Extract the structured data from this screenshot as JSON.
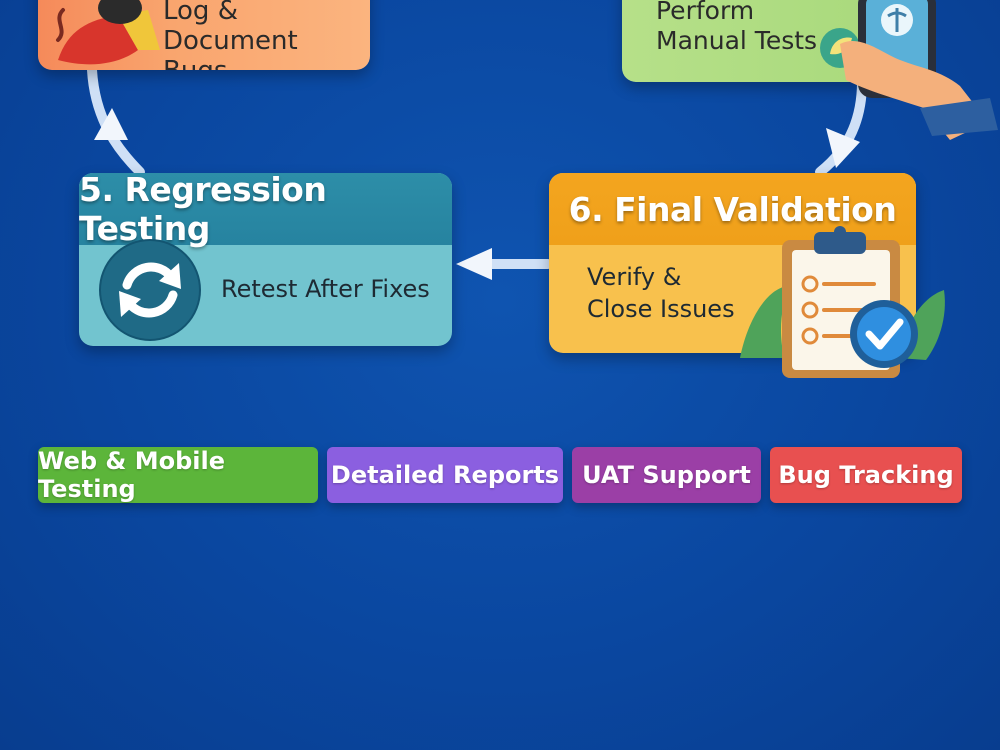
{
  "steps": {
    "log": {
      "lines": [
        "Log & Document",
        "Bugs"
      ]
    },
    "manual": {
      "lines": [
        "Perform",
        "Manual Tests"
      ]
    },
    "regression": {
      "title": "5. Regression Testing",
      "body": "Retest After Fixes",
      "icon": "refresh-icon"
    },
    "final": {
      "title": "6. Final Validation",
      "lines": [
        "Verify &",
        "Close Issues"
      ],
      "icon": "clipboard-check-icon"
    }
  },
  "tags": [
    {
      "label": "Web & Mobile Testing",
      "color": "#5cb53a"
    },
    {
      "label": "Detailed Reports",
      "color": "#8b5fe0"
    },
    {
      "label": "UAT Support",
      "color": "#9b3fa6"
    },
    {
      "label": "Bug Tracking",
      "color": "#e85050"
    }
  ],
  "colors": {
    "background": "#0a47a0",
    "connector": "#cfe0f6",
    "regression_header": "#2a88a4",
    "regression_body": "#72c4cf",
    "final_header": "#f2a31d",
    "final_body": "#f8c14d"
  }
}
